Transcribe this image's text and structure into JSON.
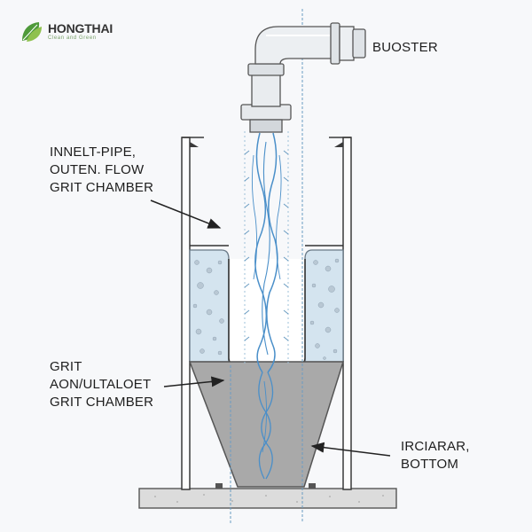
{
  "brand": {
    "name": "HONGTHAI",
    "tagline": "Clean and Green",
    "color": "#6ab04c"
  },
  "labels": {
    "booster": "BUOSTER",
    "inlet": [
      "INNELT-PIPE,",
      "OUTEN. FLOW",
      "GRIT CHAMBER"
    ],
    "grit": [
      "GRIT",
      "AON/ULTALOET",
      "GRIT CHAMBER"
    ],
    "bottom": [
      "IRCIARAR,",
      "BOTTOM"
    ]
  },
  "colors": {
    "water": "#d4e4ef",
    "grit": "#a9a9a9",
    "flow": "#4a8fc9",
    "outline": "#3a3a3a"
  }
}
